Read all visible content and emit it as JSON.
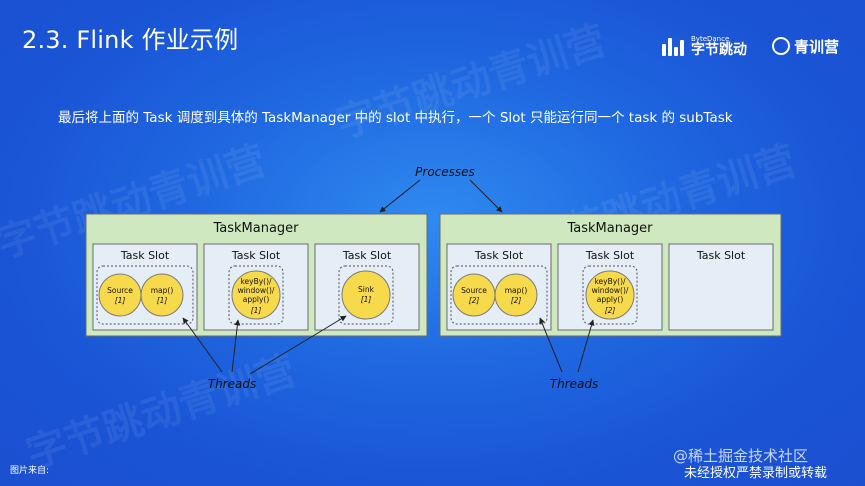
{
  "header": {
    "title": "2.3. Flink 作业示例",
    "brand_bytedance_small": "ByteDance",
    "brand_bytedance_name": "字节跳动",
    "brand_camp_name": "青训营"
  },
  "caption": "最后将上面的 Task 调度到具体的 TaskManager 中的 slot 中执行，一个 Slot 只能运行同一个 task 的 subTask",
  "diagram": {
    "processes_label": "Processes",
    "threads_label": "Threads",
    "task_managers": [
      {
        "title": "TaskManager",
        "slots": [
          {
            "title": "Task Slot",
            "tasks": [
              {
                "name": "Source",
                "index": "[1]"
              },
              {
                "name": "map()",
                "index": "[1]"
              }
            ]
          },
          {
            "title": "Task Slot",
            "tasks": [
              {
                "name": "keyBy()/\nwindow()/\napply()",
                "index": "[1]"
              }
            ]
          },
          {
            "title": "Task Slot",
            "tasks": [
              {
                "name": "Sink",
                "index": "[1]"
              }
            ]
          }
        ]
      },
      {
        "title": "TaskManager",
        "slots": [
          {
            "title": "Task Slot",
            "tasks": [
              {
                "name": "Source",
                "index": "[2]"
              },
              {
                "name": "map()",
                "index": "[2]"
              }
            ]
          },
          {
            "title": "Task Slot",
            "tasks": [
              {
                "name": "keyBy()/\nwindow()/\napply()",
                "index": "[2]"
              }
            ]
          },
          {
            "title": "Task Slot",
            "tasks": []
          }
        ]
      }
    ]
  },
  "watermark_text": "字节跳动青训营",
  "footer": {
    "source": "图片来自:",
    "site": "@稀土掘金技术社区",
    "notice": "未经授权严禁录制或转载"
  }
}
